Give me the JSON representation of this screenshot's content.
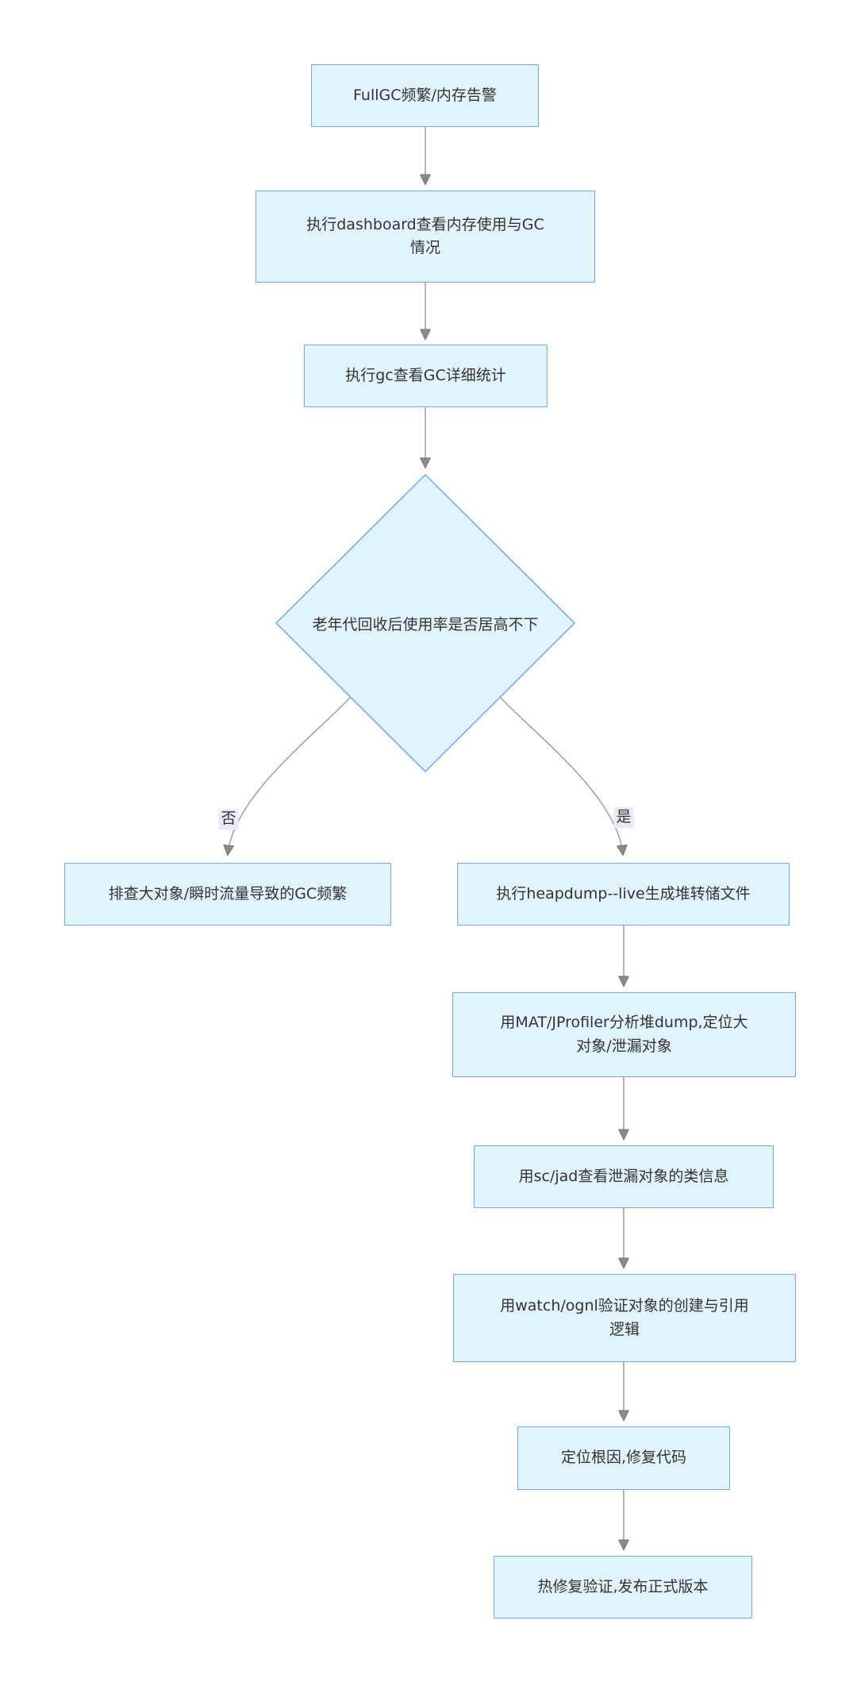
{
  "diagram": {
    "type": "flowchart",
    "direction": "top-to-bottom",
    "nodes": [
      {
        "id": "A",
        "shape": "rectangle",
        "label": "FullGC频繁/内存告警"
      },
      {
        "id": "B",
        "shape": "rectangle",
        "label": "执行dashboard查看内存使用与GC情况"
      },
      {
        "id": "C",
        "shape": "rectangle",
        "label": "执行gc查看GC详细统计"
      },
      {
        "id": "D",
        "shape": "diamond",
        "label": "老年代回收后使用率是否居高不下"
      },
      {
        "id": "E",
        "shape": "rectangle",
        "label": "排查大对象/瞬时流量导致的GC频繁"
      },
      {
        "id": "F",
        "shape": "rectangle",
        "label": "执行heapdump--live生成堆转储文件"
      },
      {
        "id": "G",
        "shape": "rectangle",
        "label": "用MAT/JProfiler分析堆dump,定位大对象/泄漏对象"
      },
      {
        "id": "H",
        "shape": "rectangle",
        "label": "用sc/jad查看泄漏对象的类信息"
      },
      {
        "id": "I",
        "shape": "rectangle",
        "label": "用watch/ognl验证对象的创建与引用逻辑"
      },
      {
        "id": "J",
        "shape": "rectangle",
        "label": "定位根因,修复代码"
      },
      {
        "id": "K",
        "shape": "rectangle",
        "label": "热修复验证,发布正式版本"
      }
    ],
    "edges": [
      {
        "from": "A",
        "to": "B",
        "label": ""
      },
      {
        "from": "B",
        "to": "C",
        "label": ""
      },
      {
        "from": "C",
        "to": "D",
        "label": ""
      },
      {
        "from": "D",
        "to": "E",
        "label": "否"
      },
      {
        "from": "D",
        "to": "F",
        "label": "是"
      },
      {
        "from": "F",
        "to": "G",
        "label": ""
      },
      {
        "from": "G",
        "to": "H",
        "label": ""
      },
      {
        "from": "H",
        "to": "I",
        "label": ""
      },
      {
        "from": "I",
        "to": "J",
        "label": ""
      },
      {
        "from": "J",
        "to": "K",
        "label": ""
      }
    ],
    "colors": {
      "node_fill": "#E1F3FC",
      "node_border": "#76A5F0",
      "edge_line": "#9E9E9E",
      "arrowhead": "#8A8A8A",
      "edge_label_background": "#EBE8F7",
      "text": "#333333",
      "background": "#FFFFFF"
    }
  }
}
